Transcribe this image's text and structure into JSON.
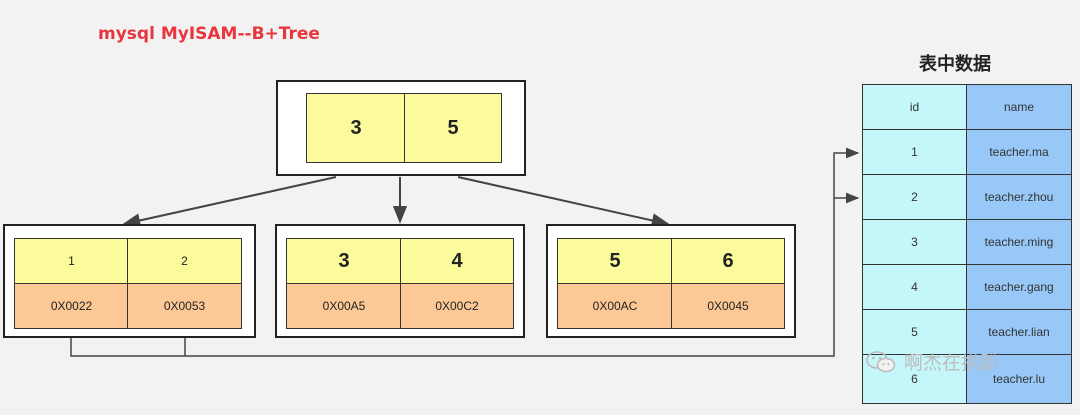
{
  "title": "mysql MyISAM--B+Tree",
  "root": {
    "keys": [
      "3",
      "5"
    ]
  },
  "leaves": [
    {
      "keys": [
        "1",
        "2"
      ],
      "pointers": [
        "0X0022",
        "0X0053"
      ]
    },
    {
      "keys": [
        "3",
        "4"
      ],
      "pointers": [
        "0X00A5",
        "0X00C2"
      ]
    },
    {
      "keys": [
        "5",
        "6"
      ],
      "pointers": [
        "0X00AC",
        "0X0045"
      ]
    }
  ],
  "table": {
    "title": "表中数据",
    "headers": [
      "id",
      "name"
    ],
    "rows": [
      [
        "1",
        "teacher.ma"
      ],
      [
        "2",
        "teacher.zhou"
      ],
      [
        "3",
        "teacher.ming"
      ],
      [
        "4",
        "teacher.gang"
      ],
      [
        "5",
        "teacher.lian"
      ],
      [
        "6",
        "teacher.lu"
      ]
    ]
  },
  "watermark": {
    "text": "啊杰在拱趴",
    "icon": "wechat-icon"
  },
  "colors": {
    "title": "#e8363f",
    "key_cell": "#fbfb9b",
    "pointer_cell": "#fcc996",
    "id_column": "#c5f6fa",
    "name_column": "#98c8f8"
  }
}
